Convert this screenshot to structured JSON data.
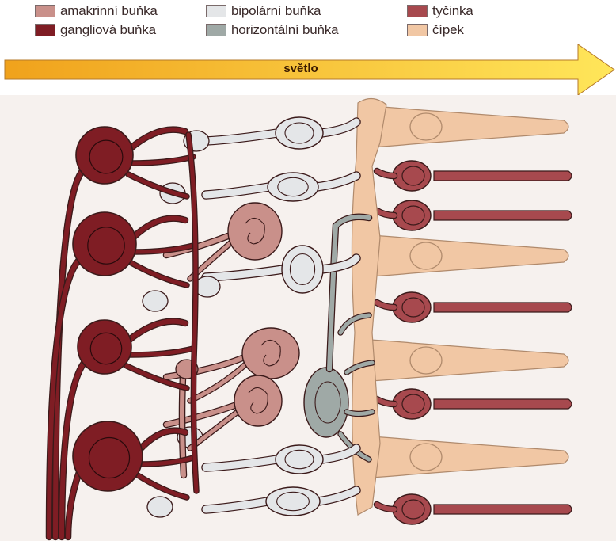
{
  "legend": [
    {
      "label": "amakrinní buňka",
      "color": "#c9908a"
    },
    {
      "label": "gangliová buňka",
      "color": "#7f1d24"
    },
    {
      "label": "bipolární buňka",
      "color": "#e4e6e8"
    },
    {
      "label": "horizontální buňka",
      "color": "#9fa9a6"
    },
    {
      "label": "tyčinka",
      "color": "#a7494e"
    },
    {
      "label": "čípek",
      "color": "#f1c7a4"
    }
  ],
  "arrow": {
    "label": "světlo",
    "color_start": "#f0a21c",
    "color_end": "#ffe65a"
  },
  "colors": {
    "background": "#f6f1ee",
    "outline": "#3b1a1a",
    "ganglion": "#7f1d24",
    "amacrine": "#c9908a",
    "bipolar": "#e4e6e8",
    "horizontal": "#9fa9a6",
    "rod": "#a7494e",
    "cone": "#f1c7a4"
  }
}
